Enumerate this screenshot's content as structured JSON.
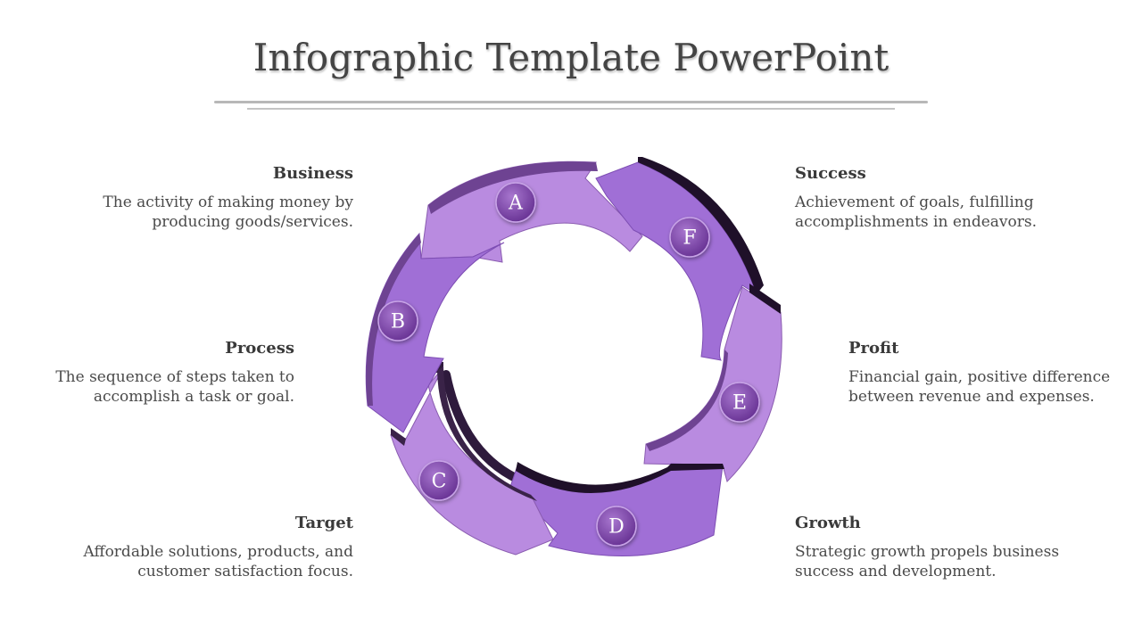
{
  "title": "Infographic Template PowerPoint",
  "colors": {
    "arrow_light": "#b98be0",
    "arrow_mid": "#a06fd6",
    "arrow_shadow": "#3a2348",
    "badge": "#7a44a8",
    "text": "#444444"
  },
  "segments": [
    {
      "letter": "A"
    },
    {
      "letter": "B"
    },
    {
      "letter": "C"
    },
    {
      "letter": "D"
    },
    {
      "letter": "E"
    },
    {
      "letter": "F"
    }
  ],
  "items": {
    "business": {
      "heading": "Business",
      "desc_line1": "The activity of making money by",
      "desc_line2": "producing goods/services."
    },
    "process": {
      "heading": "Process",
      "desc_line1": "The sequence of steps taken to",
      "desc_line2": "accomplish a task or goal."
    },
    "target": {
      "heading": "Target",
      "desc_line1": "Affordable solutions, products, and",
      "desc_line2": "customer satisfaction focus."
    },
    "success": {
      "heading": "Success",
      "desc_line1": "Achievement of goals, fulfilling",
      "desc_line2": "accomplishments in endeavors."
    },
    "profit": {
      "heading": "Profit",
      "desc_line1": "Financial gain, positive difference",
      "desc_line2": "between revenue and expenses."
    },
    "growth": {
      "heading": "Growth",
      "desc_line1": "Strategic growth propels business",
      "desc_line2": "success and development."
    }
  }
}
